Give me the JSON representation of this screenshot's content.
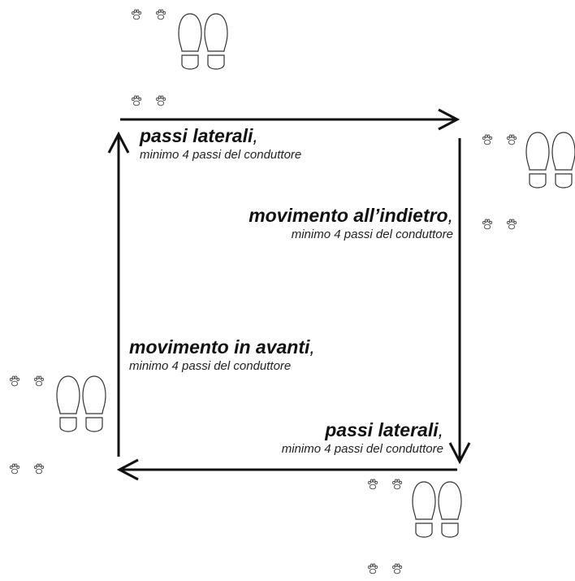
{
  "colors": {
    "arrow": "#111111",
    "outline": "#333333",
    "background": "#ffffff"
  },
  "icons": {
    "shoe": "shoe-print-icon",
    "paw": "paw-print-icon"
  },
  "labels": {
    "top": {
      "title": "passi laterali",
      "comma": ",",
      "subtitle": "minimo 4 passi del conduttore"
    },
    "right": {
      "title": "movimento all’indietro",
      "comma": ",",
      "subtitle": "minimo 4 passi del conduttore"
    },
    "left": {
      "title": "movimento in avanti",
      "comma": ",",
      "subtitle": "minimo 4 passi del conduttore"
    },
    "bottom": {
      "title": "passi laterali",
      "comma": ",",
      "subtitle": "minimo 4 passi del conduttore"
    }
  }
}
